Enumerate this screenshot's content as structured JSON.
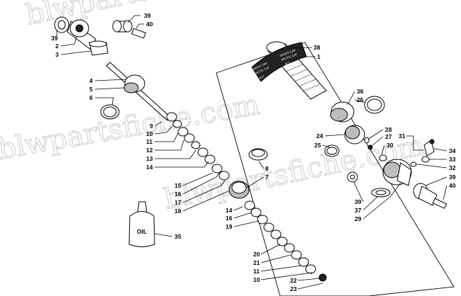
{
  "watermark": "blwpartsfiche.com",
  "decals": {
    "left_1": "SHOCK CAP",
    "left_2": "ARCTIC CAT",
    "left_3": "ACT",
    "right_1": "SHOCK CAP",
    "right_2": "ARCTIC CAT",
    "right_3": "ACT"
  },
  "oil_bottle_label": "OIL",
  "callouts": [
    {
      "id": "39a",
      "text": "39"
    },
    {
      "id": "40a",
      "text": "40"
    },
    {
      "id": "39b",
      "text": "39"
    },
    {
      "id": "2",
      "text": "2"
    },
    {
      "id": "3",
      "text": "3"
    },
    {
      "id": "4",
      "text": "4"
    },
    {
      "id": "5",
      "text": "5"
    },
    {
      "id": "6",
      "text": "6"
    },
    {
      "id": "9",
      "text": "9"
    },
    {
      "id": "10a",
      "text": "10"
    },
    {
      "id": "11a",
      "text": "11"
    },
    {
      "id": "12",
      "text": "12"
    },
    {
      "id": "13",
      "text": "13"
    },
    {
      "id": "14a",
      "text": "14"
    },
    {
      "id": "15",
      "text": "15"
    },
    {
      "id": "16a",
      "text": "16"
    },
    {
      "id": "17",
      "text": "17"
    },
    {
      "id": "18",
      "text": "18"
    },
    {
      "id": "14b",
      "text": "14"
    },
    {
      "id": "16b",
      "text": "16"
    },
    {
      "id": "19",
      "text": "19"
    },
    {
      "id": "20",
      "text": "20"
    },
    {
      "id": "21",
      "text": "21"
    },
    {
      "id": "11b",
      "text": "11"
    },
    {
      "id": "10b",
      "text": "10"
    },
    {
      "id": "22",
      "text": "22"
    },
    {
      "id": "23",
      "text": "23"
    },
    {
      "id": "8",
      "text": "8"
    },
    {
      "id": "7",
      "text": "7"
    },
    {
      "id": "35",
      "text": "35"
    },
    {
      "id": "38",
      "text": "38"
    },
    {
      "id": "1",
      "text": "1"
    },
    {
      "id": "36",
      "text": "36"
    },
    {
      "id": "26",
      "text": "26"
    },
    {
      "id": "24",
      "text": "24"
    },
    {
      "id": "25",
      "text": "25"
    },
    {
      "id": "28",
      "text": "28"
    },
    {
      "id": "27",
      "text": "27"
    },
    {
      "id": "30",
      "text": "30"
    },
    {
      "id": "31",
      "text": "31"
    },
    {
      "id": "34",
      "text": "34"
    },
    {
      "id": "33",
      "text": "33"
    },
    {
      "id": "32",
      "text": "32"
    },
    {
      "id": "39c",
      "text": "39"
    },
    {
      "id": "40b",
      "text": "40"
    },
    {
      "id": "39d",
      "text": "39"
    },
    {
      "id": "37",
      "text": "37"
    },
    {
      "id": "29",
      "text": "29"
    }
  ]
}
